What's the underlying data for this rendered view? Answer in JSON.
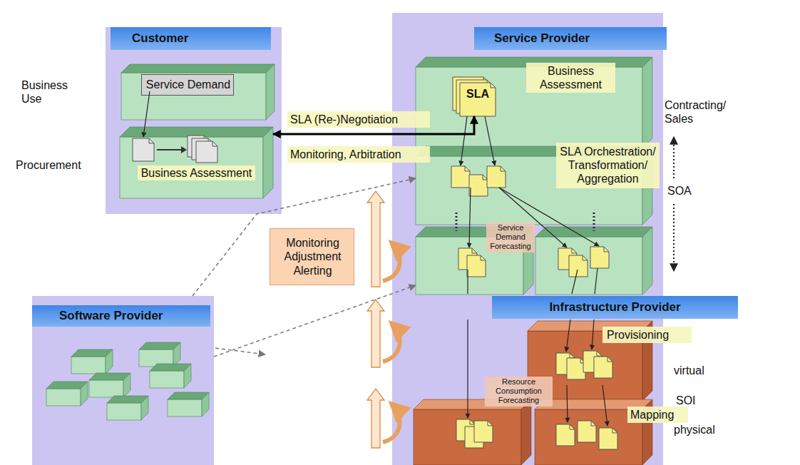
{
  "diagram": {
    "nodes": [
      {
        "text": [
          "Customer"
        ]
      },
      {
        "text": [
          "Service Demand"
        ],
        "in": 0
      },
      {
        "text": [
          "Business Assessment"
        ],
        "in": 0
      },
      {
        "text": [
          "Service Provider"
        ]
      },
      {
        "text": [
          "Business Assessment"
        ],
        "in": 3
      },
      {
        "text": [
          "SLA"
        ],
        "in": 4
      },
      {
        "text": [
          "SLA Orchestration/ Transformation/ Aggregation"
        ],
        "in": 3
      },
      {
        "text": [
          "Service Demand Forecasting"
        ],
        "in": 3
      },
      {
        "text": [
          "Infrastructure Provider"
        ],
        "in": 3
      },
      {
        "text": [
          "Provisioning"
        ],
        "in": 3
      },
      {
        "text": [
          "Resource Consumption Forecasting"
        ],
        "in": 3
      },
      {
        "text": [
          "Software Provider"
        ]
      },
      {
        "text": [
          "Monitoring Adjustment Alerting"
        ]
      }
    ],
    "edges": [
      {
        "from": 2,
        "to": 5,
        "arrow": "both",
        "label": "SLA (Re-)Negotiation"
      },
      {
        "from": 11,
        "to": 6,
        "arrow": "to"
      },
      {
        "from": 11,
        "to": 7,
        "arrow": "to"
      }
    ],
    "labels": [
      "Business Use",
      "Procurement",
      "Monitoring, Arbitration",
      "Contracting/ Sales",
      "SOA",
      "virtual",
      "Mapping",
      "SOI",
      "physical"
    ]
  }
}
